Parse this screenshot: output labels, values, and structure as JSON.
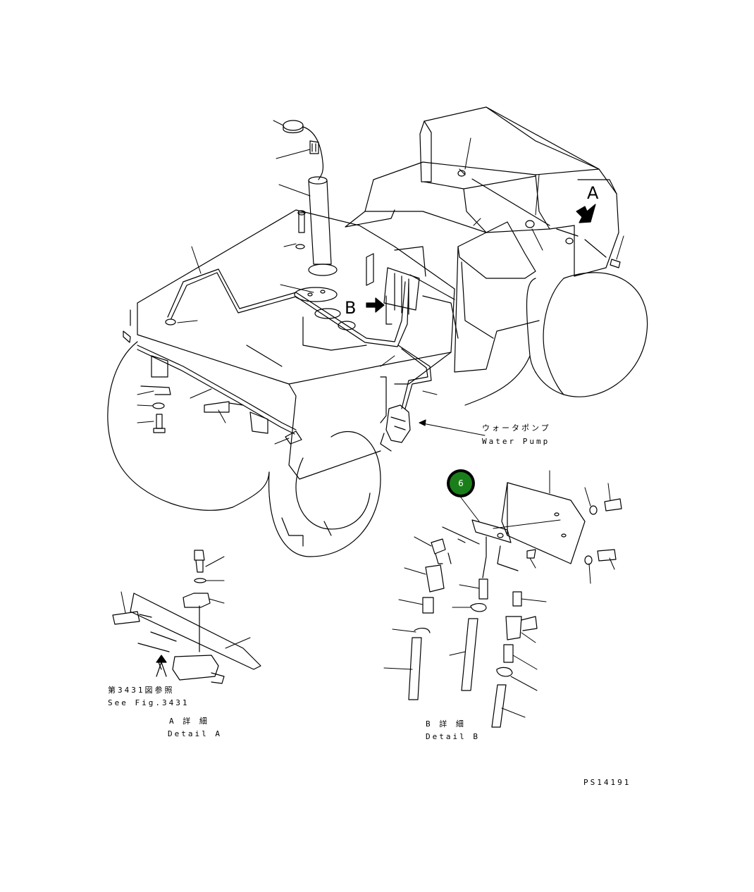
{
  "drawing": {
    "arrow_labels": {
      "a": "A",
      "b": "B"
    },
    "water_pump": {
      "jp": "ウォータポンプ",
      "en": "Water Pump"
    },
    "fig_ref": {
      "jp": "第3431図参照",
      "en": "See Fig.3431"
    },
    "detail_a": {
      "jp": "A 詳 細",
      "en": "Detail A"
    },
    "detail_b": {
      "jp": "B 詳 細",
      "en": "Detail B"
    },
    "drawing_number": "PS14191"
  },
  "callouts": [
    {
      "number": "6",
      "color": "#1a7f1a"
    }
  ]
}
